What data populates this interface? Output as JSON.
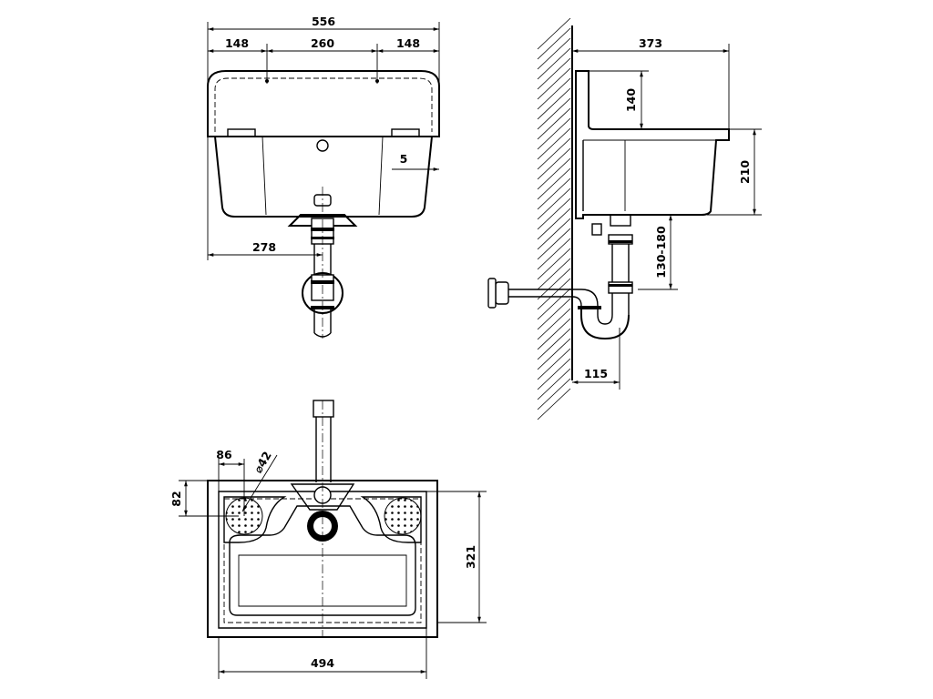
{
  "front_view": {
    "dims": {
      "overall_width": "556",
      "left_segment": "148",
      "middle_segment": "260",
      "right_segment": "148",
      "drain_offset": "278",
      "rim_thickness": "5"
    }
  },
  "side_view": {
    "dims": {
      "depth": "373",
      "backsplash_height": "140",
      "basin_height": "210",
      "trap_height": "130-180",
      "outlet_offset": "115"
    }
  },
  "top_view": {
    "dims": {
      "tap_hole_offset": "86",
      "tap_hole_diameter": "⌀42",
      "tap_hole_depth": "82",
      "basin_depth": "321",
      "basin_width": "494"
    }
  }
}
